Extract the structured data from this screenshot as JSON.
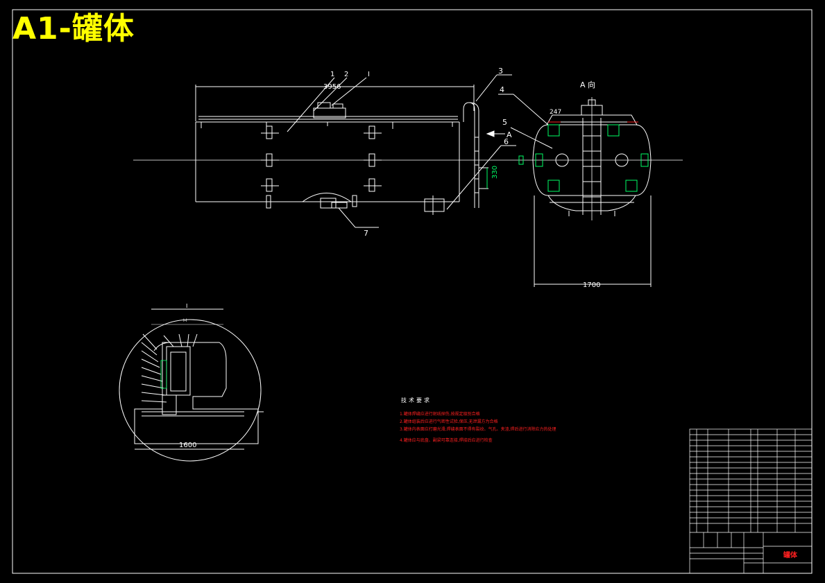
{
  "sheet": {
    "title": "A1-罐体"
  },
  "main_view": {
    "dimensions": {
      "length": "3956",
      "nozzle_height": "330"
    },
    "part_labels": [
      "1",
      "2",
      "I",
      "3",
      "4",
      "5",
      "6",
      "7"
    ],
    "view_arrow": "A"
  },
  "side_view": {
    "label": "A 向",
    "dimensions": {
      "top_width": "247",
      "span": "1700"
    }
  },
  "detail_view": {
    "label": "I",
    "sublabel": "I-I",
    "dimensions": {
      "width": "1600"
    }
  },
  "technical_requirements": {
    "title": "技术要求",
    "items": [
      "1.罐体焊缝应进行射线探伤,按规定级别合格",
      "2.罐体组装后应进行气密性试验,保压,无泄漏方为合格",
      "3.罐体内表面应打磨光滑,焊缝表面不得有裂纹、气孔、夹渣,焊后进行消除应力热处理",
      "4.罐体应与底盘、副梁可靠连接,焊接后应进行检查"
    ]
  },
  "title_block": {
    "drawing_name": "罐体"
  },
  "colors": {
    "title": "#ffff00",
    "lines": "#ffffff",
    "dimension": "#00ff66",
    "requirements": "#ff2020"
  }
}
